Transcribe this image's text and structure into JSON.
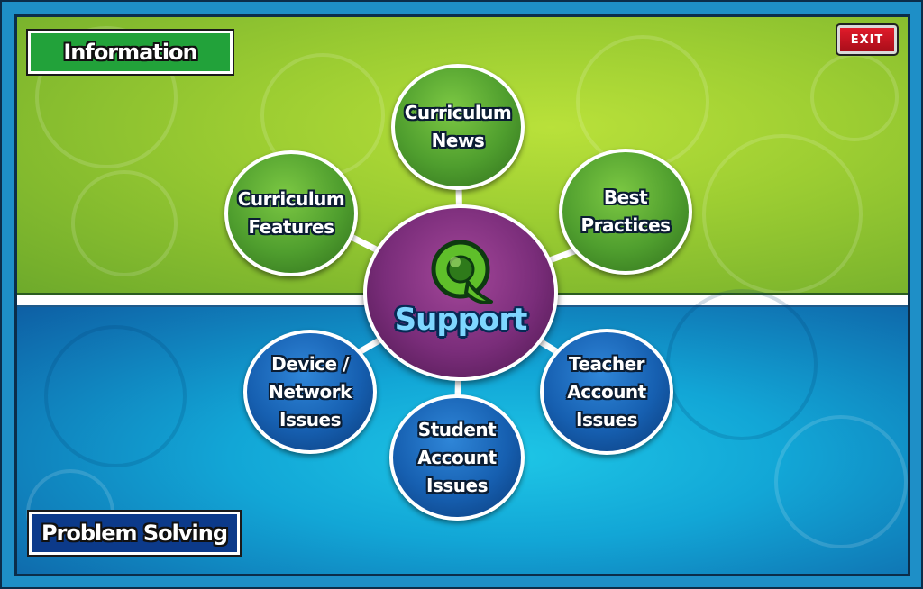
{
  "exit_label": "EXIT",
  "sections": {
    "information": "Information",
    "problem_solving": "Problem Solving"
  },
  "hub": {
    "label": "Support",
    "logo_letter": "Q"
  },
  "topics": {
    "curriculum_news": "Curriculum\nNews",
    "curriculum_features": "Curriculum\nFeatures",
    "best_practices": "Best\nPractices",
    "device_network_issues": "Device /\nNetwork\nIssues",
    "student_account_issues": "Student\nAccount\nIssues",
    "teacher_account_issues": "Teacher\nAccount\nIssues"
  },
  "colors": {
    "information_green": "#22a23a",
    "problem_solving_blue": "#0c3a8a",
    "hub_purple": "#7a2d7a",
    "exit_red": "#e01b2a"
  }
}
